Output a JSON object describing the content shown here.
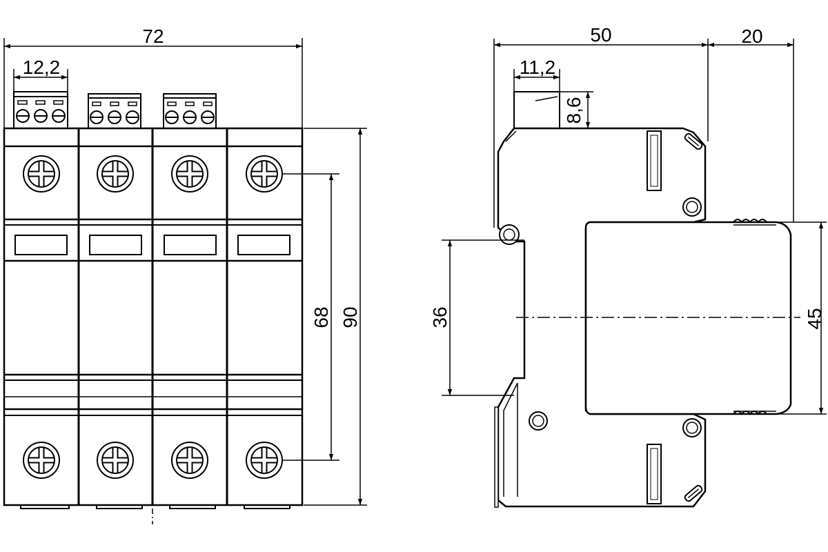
{
  "front_view": {
    "dimensions": {
      "total_width": "72",
      "terminal_width": "12,2",
      "screw_spacing": "68",
      "total_height": "90"
    }
  },
  "side_view": {
    "dimensions": {
      "body_depth": "50",
      "front_depth": "20",
      "terminal_width": "11,2",
      "terminal_height": "8,6",
      "rail_width": "36",
      "front_height": "45"
    }
  }
}
